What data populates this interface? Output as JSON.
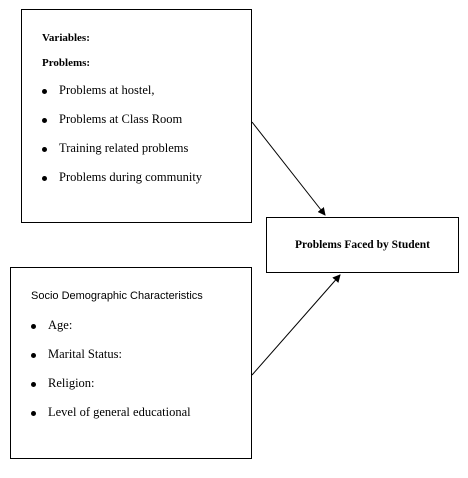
{
  "variables_box": {
    "title": "Variables:",
    "subtitle": "Problems:",
    "items": [
      "Problems at hostel,",
      "Problems at Class Room",
      "Training related problems",
      "Problems during community"
    ]
  },
  "socio_box": {
    "title": "Socio Demographic Characteristics",
    "items": [
      "Age:",
      "Marital Status:",
      "Religion:",
      "Level of general educational"
    ]
  },
  "outcome_box": {
    "label": "Problems Faced by Student"
  }
}
